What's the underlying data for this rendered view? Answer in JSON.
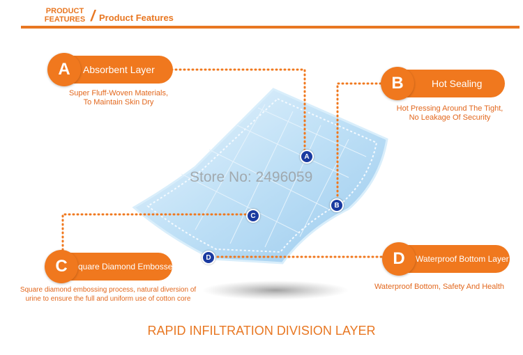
{
  "header": {
    "small_line1": "PRODUCT",
    "small_line2": "FEATURES",
    "slash": "/",
    "title": "Product Features"
  },
  "features": {
    "a": {
      "letter": "A",
      "label": "Absorbent Layer",
      "desc_line1": "Super Fluff-Woven Materials,",
      "desc_line2": "To Maintain Skin Dry"
    },
    "b": {
      "letter": "B",
      "label": "Hot Sealing",
      "desc_line1": "Hot Pressing Around The Tight,",
      "desc_line2": "No Leakage Of Security"
    },
    "c": {
      "letter": "C",
      "label": "Square Diamond Embossed",
      "desc_line1": "Square diamond embossing process, natural diversion of",
      "desc_line2": "urine to ensure the full and uniform use of cotton core"
    },
    "d": {
      "letter": "D",
      "label": "Waterproof Bottom Layer",
      "desc_line1": "Waterproof Bottom, Safety And Health"
    }
  },
  "markers": {
    "a": "A",
    "b": "B",
    "c": "C",
    "d": "D"
  },
  "watermark": "Store No: 2496059",
  "bottom_title": "RAPID INFILTRATION DIVISION LAYER",
  "colors": {
    "accent": "#f0781e",
    "marker": "#1a3aa0",
    "pad": "#bfe0f6"
  }
}
